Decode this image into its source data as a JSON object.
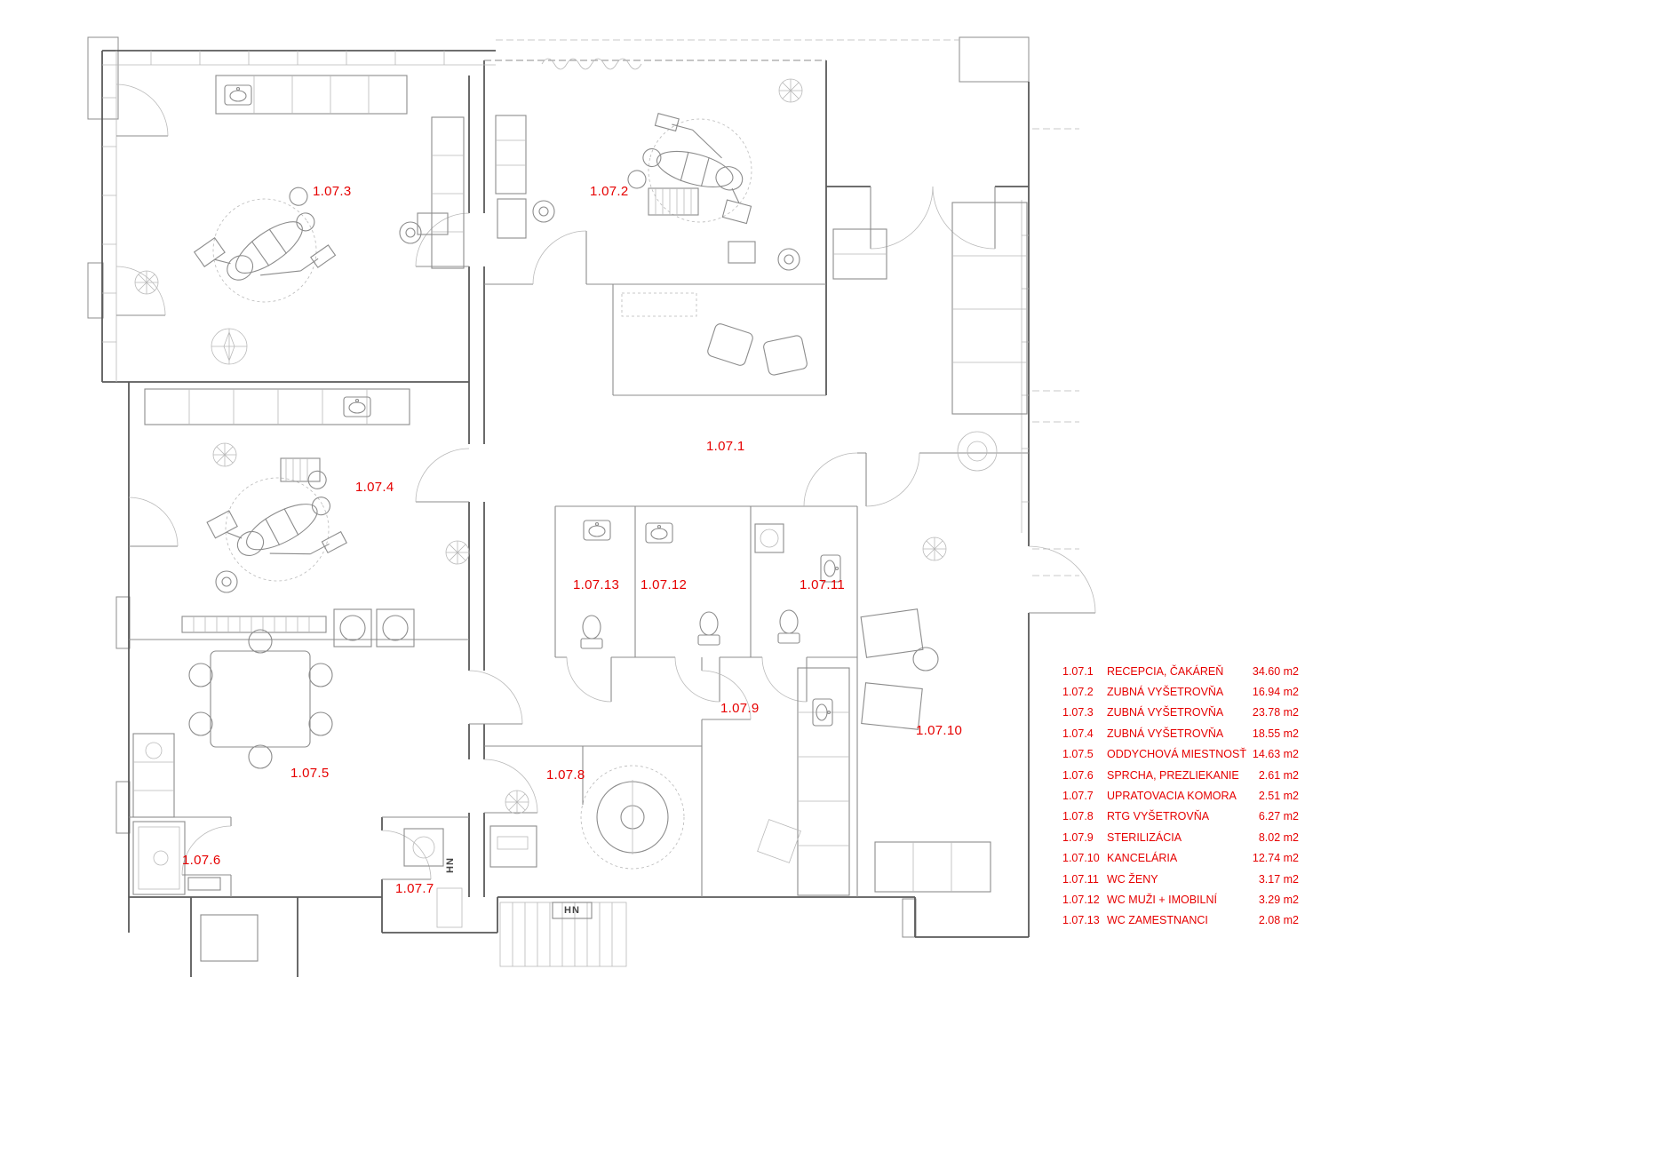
{
  "colors": {
    "label_red": "#e60000",
    "wall": "#8c8c8c",
    "wall_dark": "#5a5a5a"
  },
  "rooms": [
    {
      "label": "1.07.1"
    },
    {
      "label": "1.07.2"
    },
    {
      "label": "1.07.3"
    },
    {
      "label": "1.07.4"
    },
    {
      "label": "1.07.5"
    },
    {
      "label": "1.07.6"
    },
    {
      "label": "1.07.7"
    },
    {
      "label": "1.07.8"
    },
    {
      "label": "1.07.9"
    },
    {
      "label": "1.07.10"
    },
    {
      "label": "1.07.11"
    },
    {
      "label": "1.07.12"
    },
    {
      "label": "1.07.13"
    }
  ],
  "legend": {
    "rows": [
      {
        "code": "1.07.1",
        "name": "RECEPCIA, ČAKÁREŇ",
        "area": "34.60 m2"
      },
      {
        "code": "1.07.2",
        "name": "ZUBNÁ VYŠETROVŇA",
        "area": "16.94 m2"
      },
      {
        "code": "1.07.3",
        "name": "ZUBNÁ VYŠETROVŇA",
        "area": "23.78 m2"
      },
      {
        "code": "1.07.4",
        "name": "ZUBNÁ VYŠETROVŇA",
        "area": "18.55 m2"
      },
      {
        "code": "1.07.5",
        "name": "ODDYCHOVÁ MIESTNOSŤ",
        "area": "14.63 m2"
      },
      {
        "code": "1.07.6",
        "name": "SPRCHA, PREZLIEKANIE",
        "area": "2.61 m2"
      },
      {
        "code": "1.07.7",
        "name": "UPRATOVACIA KOMORA",
        "area": "2.51 m2"
      },
      {
        "code": "1.07.8",
        "name": "RTG VYŠETROVŇA",
        "area": "6.27 m2"
      },
      {
        "code": "1.07.9",
        "name": "STERILIZÁCIA",
        "area": "8.02 m2"
      },
      {
        "code": "1.07.10",
        "name": "KANCELÁRIA",
        "area": "12.74 m2"
      },
      {
        "code": "1.07.11",
        "name": "WC ŽENY",
        "area": "3.17 m2"
      },
      {
        "code": "1.07.12",
        "name": "WC MUŽI + IMOBILNÍ",
        "area": "3.29 m2"
      },
      {
        "code": "1.07.13",
        "name": "WC ZAMESTNANCI",
        "area": "2.08 m2"
      }
    ]
  },
  "annotations": {
    "hn_vertical": "HN",
    "hn_horizontal": "HN"
  }
}
